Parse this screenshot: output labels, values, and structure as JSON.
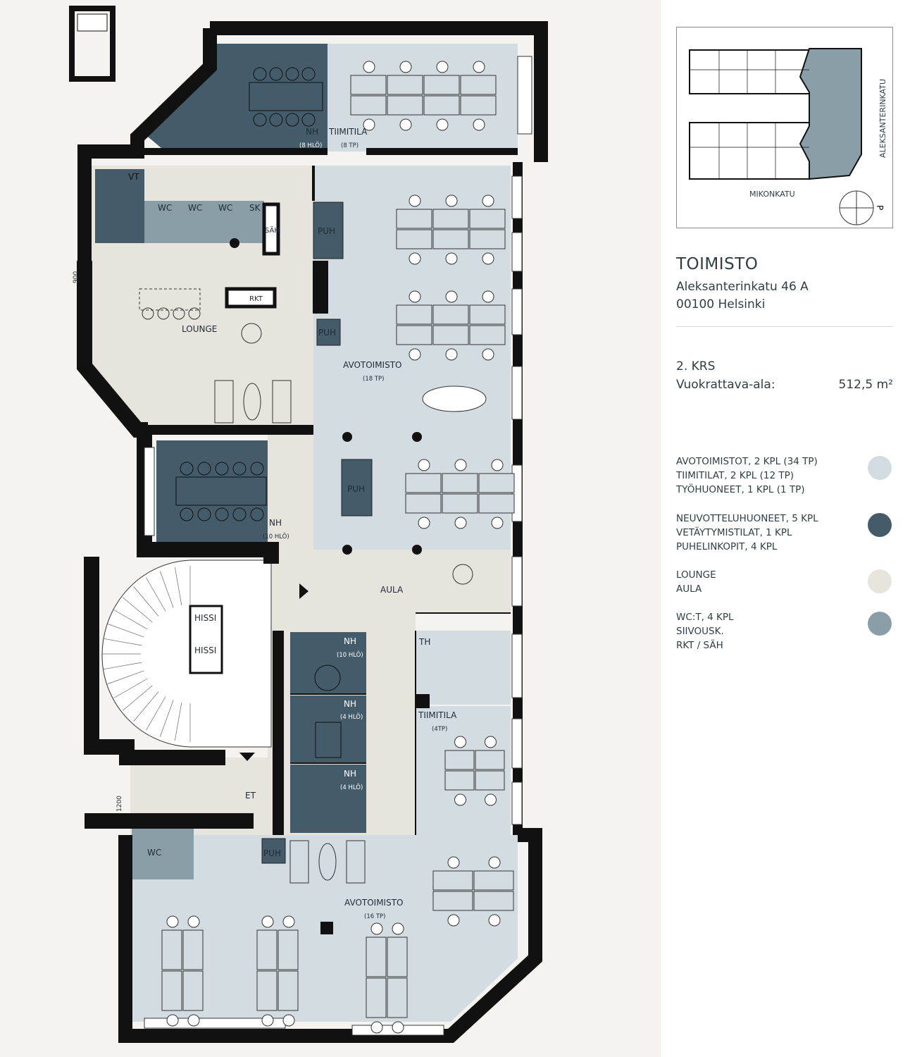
{
  "plan": {
    "labels": {
      "nh_top": "NH",
      "nh_top_cap": "(8 HLÖ)",
      "tiimitila_top": "TIIMITILA",
      "tiimitila_top_cap": "(8 TP)",
      "vt": "VT",
      "wc1": "WC",
      "wc2": "WC",
      "wc3": "WC",
      "sk": "SK",
      "sah": "SÄH",
      "puh1": "PUH",
      "puh2": "PUH",
      "puh3": "PUH",
      "puh4": "PUH",
      "dim_900": "900",
      "rkt": "RKT",
      "lounge": "LOUNGE",
      "avotoimisto_top": "AVOTOIMISTO",
      "avotoimisto_top_cap": "(18 TP)",
      "nh_mid": "NH",
      "nh_mid_cap": "(10 HLÖ)",
      "aula": "AULA",
      "hissi1": "HISSI",
      "hissi2": "HISSI",
      "nh_a": "NH",
      "nh_a_cap": "(10 HLÖ)",
      "nh_b": "NH",
      "nh_b_cap": "(4 HLÖ)",
      "nh_c": "NH",
      "nh_c_cap": "(4 HLÖ)",
      "th": "TH",
      "tiimitila_mid": "TIIMITILA",
      "tiimitila_mid_cap": "(4TP)",
      "et": "ET",
      "dim_1200": "1200",
      "wc_bottom": "WC",
      "avotoimisto_bottom": "AVOTOIMISTO",
      "avotoimisto_bottom_cap": "(16 TP)"
    }
  },
  "keymap": {
    "street_bottom": "MIKONKATU",
    "street_right": "ALEKSANTERINKATU",
    "compass_label": "P"
  },
  "info": {
    "title": "TOIMISTO",
    "address_line1": "Aleksanterinkatu 46 A",
    "address_line2": "00100 Helsinki",
    "floor": "2. KRS",
    "area_label": "Vuokrattava-ala:",
    "area_value": "512,5 m²"
  },
  "legend": [
    {
      "lines": [
        "AVOTOIMISTOT, 2 KPL (34 TP)",
        "TIIMITILAT, 2 KPL (12 TP)",
        "TYÖHUONEET, 1 KPL (1 TP)"
      ],
      "color": "#d3dce1"
    },
    {
      "lines": [
        "NEUVOTTELUHUONEET, 5 KPL",
        "VETÄYTYMISTILAT, 1 KPL",
        "PUHELINKOPIT, 4 KPL"
      ],
      "color": "#445b6a"
    },
    {
      "lines": [
        "LOUNGE",
        "AULA"
      ],
      "color": "#e7e4de"
    },
    {
      "lines": [
        "WC:T, 4 KPL",
        "SIIVOUSK.",
        "RKT / SÄH"
      ],
      "color": "#8a9ea8"
    }
  ]
}
